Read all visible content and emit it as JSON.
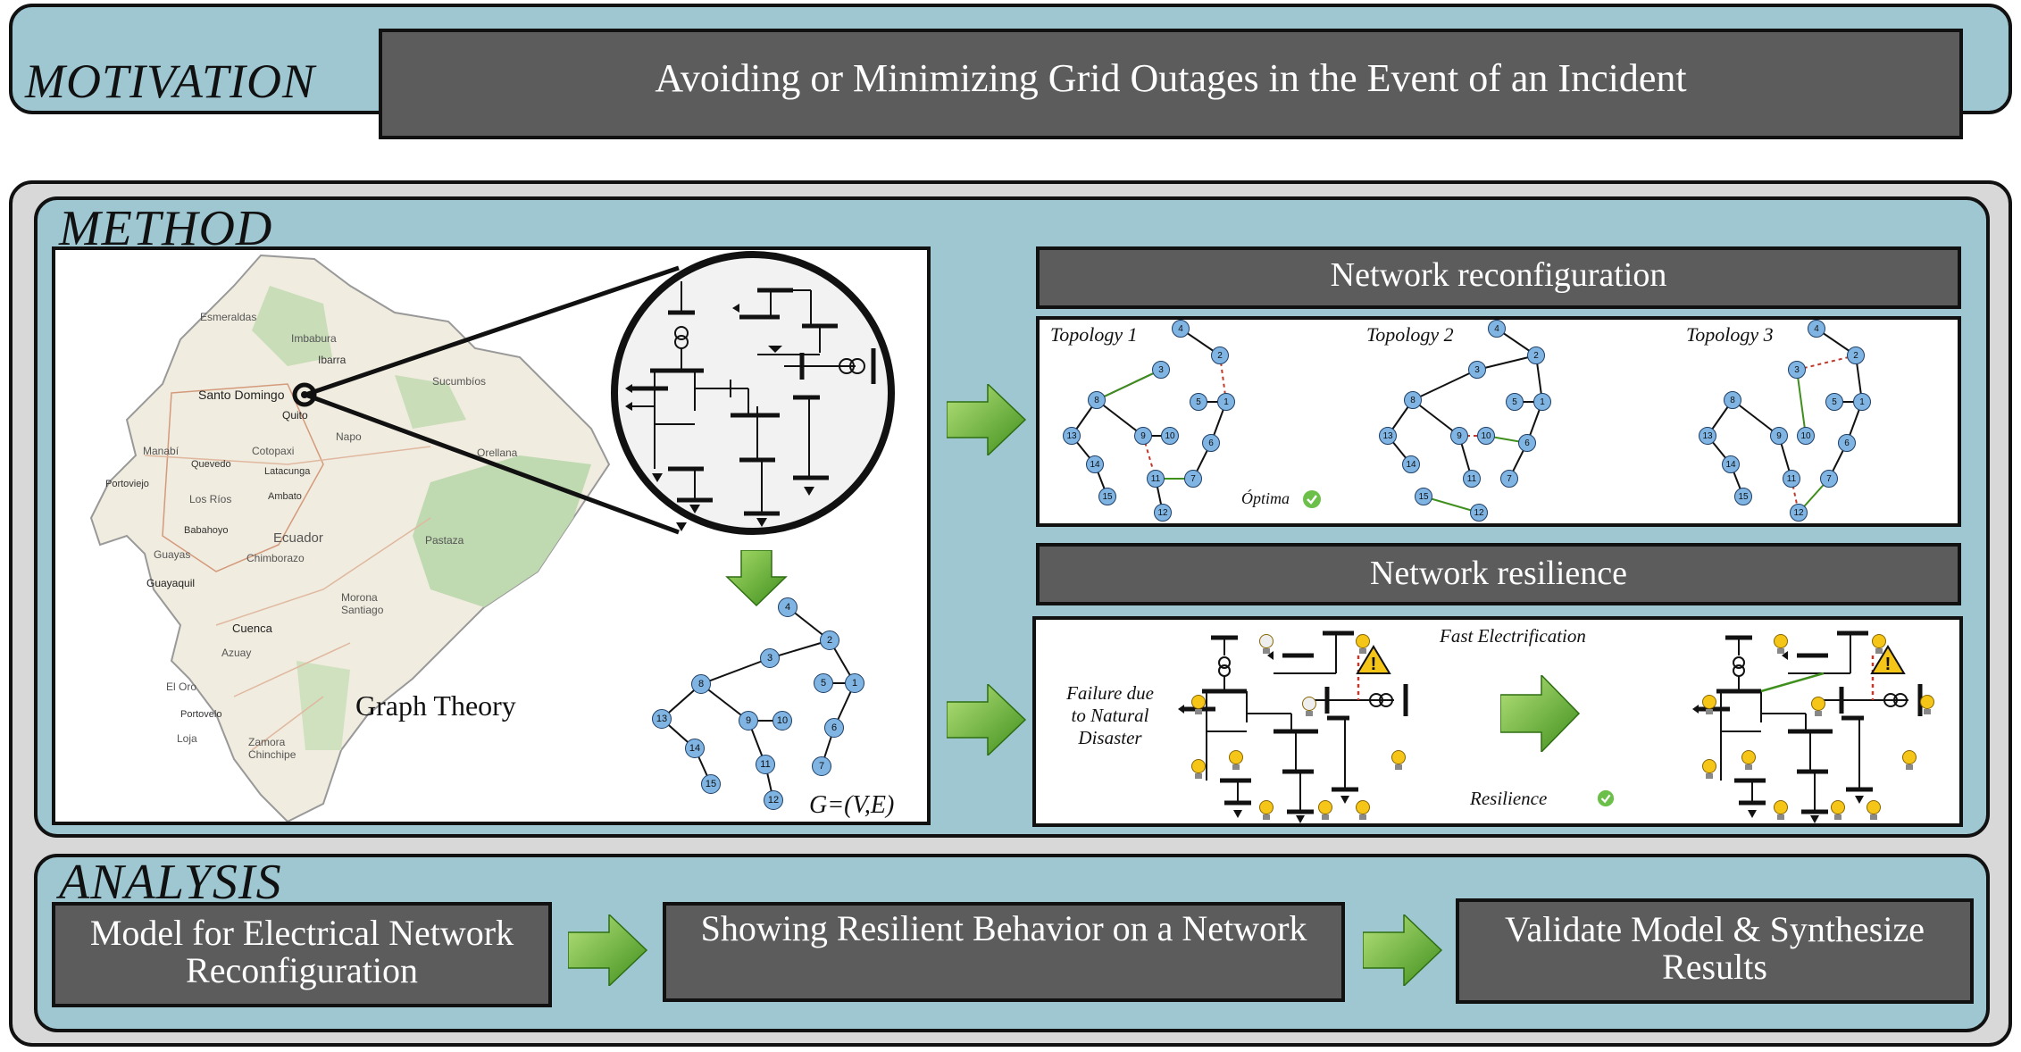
{
  "motivation": {
    "title": "MOTIVATION",
    "statement": "Avoiding or Minimizing Grid Outages in the Event of an Incident"
  },
  "method": {
    "title": "METHOD",
    "graph_theory_label": "Graph Theory",
    "graph_formula": "G=(V,E)",
    "map_labels": [
      "Esmeraldas",
      "Imbabura",
      "Ibarra",
      "Santo Domingo",
      "Sucumbíos",
      "Quito",
      "Napo",
      "Orellana",
      "Manabí",
      "Quevedo",
      "Cotopaxi",
      "Portoviejo",
      "Latacunga",
      "Los Ríos",
      "Ambato",
      "Babahoyo",
      "Ecuador",
      "Guayas",
      "Chimborazo",
      "Guayaquil",
      "Pastaza",
      "Morona Santiago",
      "Cuenca",
      "Azuay",
      "El Oro",
      "Portovelo",
      "Loja",
      "Zamora Chinchipe"
    ],
    "reconfiguration": {
      "title": "Network reconfiguration",
      "topologies": [
        "Topology 1",
        "Topology 2",
        "Topology 3"
      ],
      "optimal_label": "Óptima"
    },
    "resilience": {
      "title": "Network resilience",
      "failure_label": "Failure due to Natural Disaster",
      "fast_label": "Fast Electrification",
      "resilience_label": "Resilience"
    }
  },
  "analysis": {
    "title": "ANALYSIS",
    "steps": [
      "Model for Electrical Network Reconfiguration",
      "Showing Resilient Behavior on a Network",
      "Validate Model & Synthesize Results"
    ]
  },
  "colors": {
    "teal": "#9ec7d2",
    "dark_box": "#5c5c5c",
    "node": "#7fb4e3",
    "green_arrow": "#5aa02c",
    "red_dashed": "#c0392b",
    "warning": "#f5c518"
  }
}
